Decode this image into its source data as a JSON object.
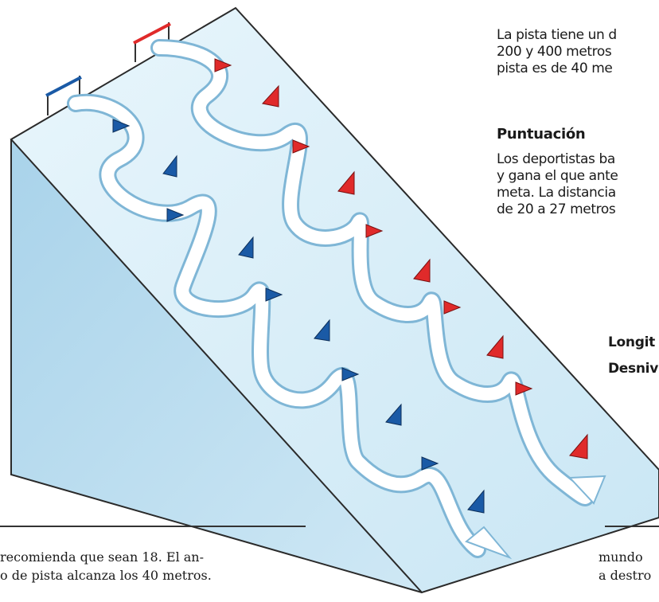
{
  "info": {
    "intro_lines": [
      "La pista tiene un d",
      "200 y 400 metros",
      "pista es de 40 me"
    ],
    "heading": "Puntuación",
    "score_lines": [
      "Los deportistas ba",
      "y gana el que ante",
      "meta. La distancia",
      "de 20 a 27 metros"
    ]
  },
  "stats": {
    "length_label": "Longit",
    "drop_label": "Desniv"
  },
  "article": {
    "left_lines": [
      "recomienda que sean 18. El an-",
      "o de pista alcanza los 40 metros.",
      ""
    ],
    "right_lines": [
      "mundo",
      "a destro",
      ""
    ]
  },
  "colors": {
    "slope_top": "#d8eef8",
    "slope_side": "#b8dcef",
    "track": "#ffffff",
    "flag_red": "#e02a2a",
    "flag_blue": "#1a5aa6"
  }
}
